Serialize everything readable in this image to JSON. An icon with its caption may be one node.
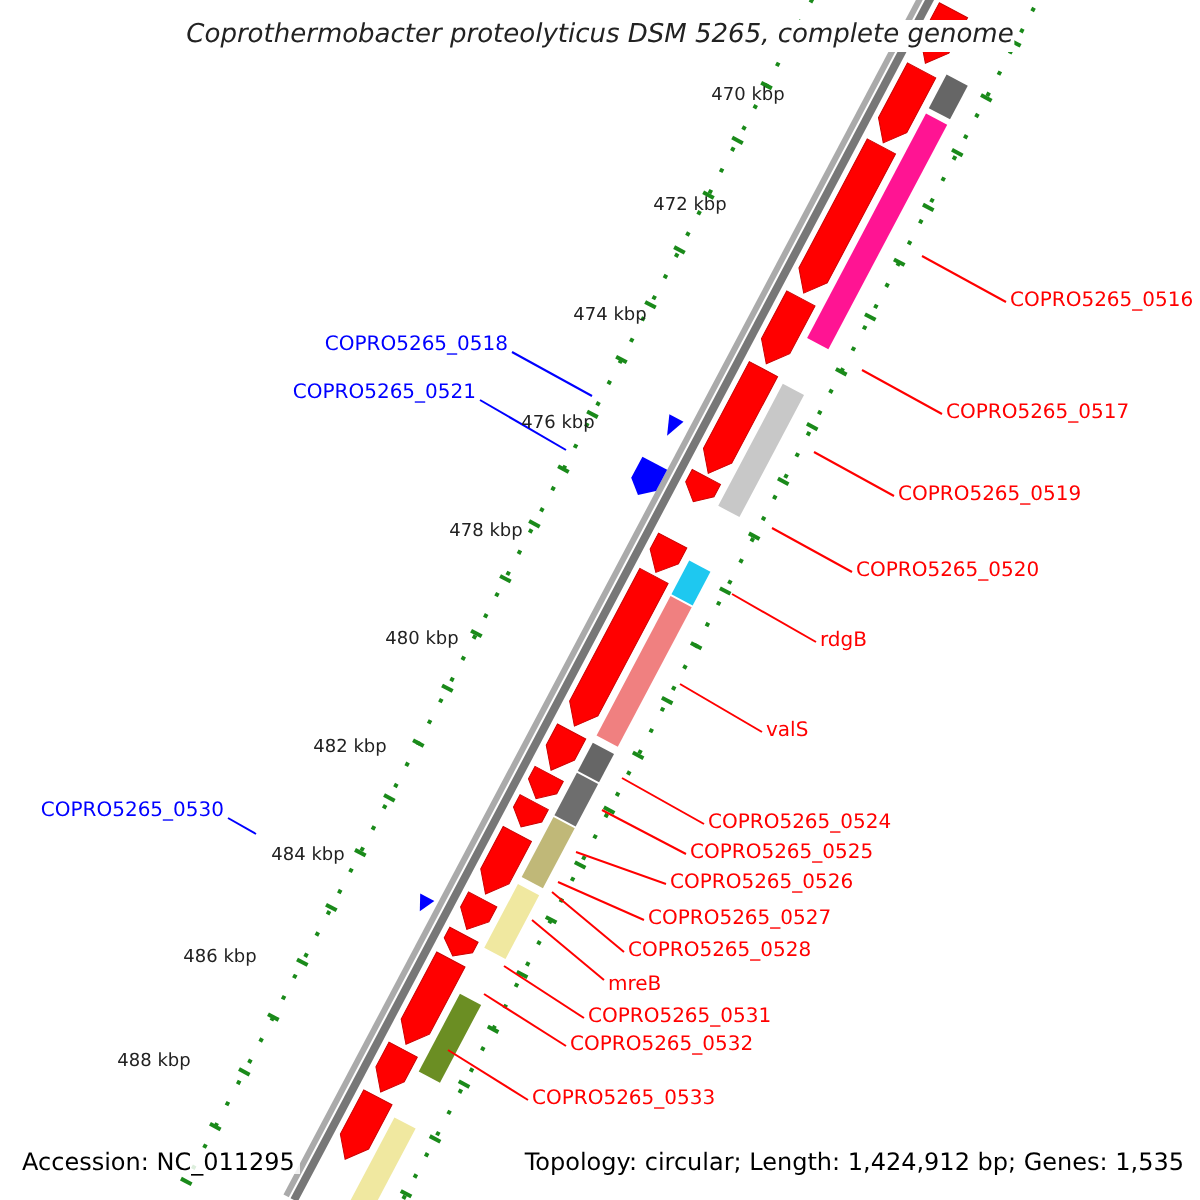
{
  "diagram": {
    "title": "Coprothermobacter proteolyticus DSM 5265, complete genome",
    "nodes": [
      {
        "text": [
          "COPRO5265_0516"
        ]
      },
      {
        "text": [
          "COPRO5265_0518"
        ]
      },
      {
        "text": [
          "COPRO5265_0517"
        ]
      },
      {
        "text": [
          "COPRO5265_0521"
        ]
      },
      {
        "text": [
          "COPRO5265_0519"
        ]
      },
      {
        "text": [
          "COPRO5265_0520"
        ]
      },
      {
        "text": [
          "rdgB"
        ]
      },
      {
        "text": [
          "valS"
        ]
      },
      {
        "text": [
          "COPRO5265_0530"
        ]
      },
      {
        "text": [
          "COPRO5265_0524"
        ]
      },
      {
        "text": [
          "COPRO5265_0525"
        ]
      },
      {
        "text": [
          "COPRO5265_0526"
        ]
      },
      {
        "text": [
          "COPRO5265_0527"
        ]
      },
      {
        "text": [
          "COPRO5265_0528"
        ]
      },
      {
        "text": [
          "mreB"
        ]
      },
      {
        "text": [
          "COPRO5265_0531"
        ]
      },
      {
        "text": [
          "COPRO5265_0532"
        ]
      },
      {
        "text": [
          "COPRO5265_0533"
        ]
      }
    ],
    "edges": [
      {
        "from": 0,
        "to": null,
        "arrow": "none",
        "color": "#ff0000"
      },
      {
        "from": 1,
        "to": null,
        "arrow": "none",
        "color": "#0000ff"
      },
      {
        "from": 2,
        "to": null,
        "arrow": "none",
        "color": "#ff0000"
      },
      {
        "from": 3,
        "to": null,
        "arrow": "none",
        "color": "#0000ff"
      },
      {
        "from": 4,
        "to": null,
        "arrow": "none",
        "color": "#ff0000"
      },
      {
        "from": 5,
        "to": null,
        "arrow": "none",
        "color": "#ff0000"
      },
      {
        "from": 6,
        "to": null,
        "arrow": "none",
        "color": "#ff0000"
      },
      {
        "from": 7,
        "to": null,
        "arrow": "none",
        "color": "#ff0000"
      },
      {
        "from": 8,
        "to": null,
        "arrow": "none",
        "color": "#0000ff"
      },
      {
        "from": 9,
        "to": null,
        "arrow": "none",
        "color": "#ff0000"
      },
      {
        "from": 10,
        "to": null,
        "arrow": "none",
        "color": "#ff0000"
      },
      {
        "from": 11,
        "to": null,
        "arrow": "none",
        "color": "#ff0000"
      },
      {
        "from": 12,
        "to": null,
        "arrow": "none",
        "color": "#ff0000"
      },
      {
        "from": 13,
        "to": null,
        "arrow": "none",
        "color": "#ff0000"
      },
      {
        "from": 14,
        "to": null,
        "arrow": "none",
        "color": "#ff0000"
      },
      {
        "from": 15,
        "to": null,
        "arrow": "none",
        "color": "#ff0000"
      },
      {
        "from": 16,
        "to": null,
        "arrow": "none",
        "color": "#ff0000"
      },
      {
        "from": 17,
        "to": null,
        "arrow": "none",
        "color": "#ff0000"
      }
    ],
    "labels": [
      "470 kbp",
      "472 kbp",
      "474 kbp",
      "476 kbp",
      "478 kbp",
      "480 kbp",
      "482 kbp",
      "484 kbp",
      "486 kbp",
      "488 kbp",
      "Accession: NC_011295",
      "Topology: circular; Length: 1,424,912 bp; Genes: 1,535"
    ]
  }
}
